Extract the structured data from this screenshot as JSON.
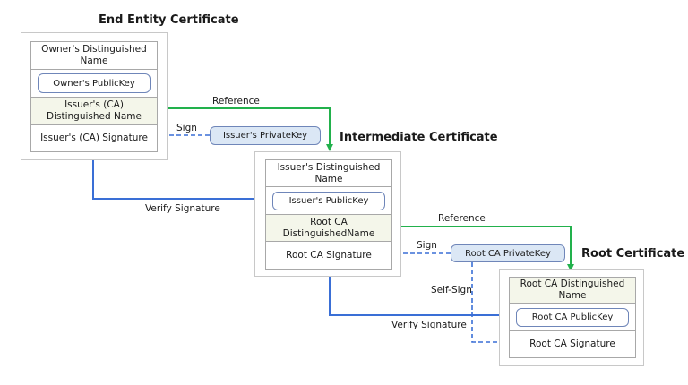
{
  "end_entity": {
    "title": "End Entity Certificate",
    "owner_dn": "Owner's Distinguished Name",
    "owner_key": "Owner's PublicKey",
    "issuer_dn": "Issuer's (CA) Distinguished Name",
    "signature": "Issuer's (CA) Signature"
  },
  "intermediate": {
    "title": "Intermediate Certificate",
    "issuer_dn": "Issuer's Distinguished Name",
    "issuer_key": "Issuer's PublicKey",
    "root_dn": "Root CA DistinguishedName",
    "signature": "Root CA Signature"
  },
  "root": {
    "title": "Root Certificate",
    "dn": "Root CA Distinguished Name",
    "public_key": "Root CA PublicKey",
    "signature": "Root CA Signature"
  },
  "keys": {
    "issuer_private": "Issuer's PrivateKey",
    "root_private": "Root CA PrivateKey"
  },
  "labels": {
    "reference_1": "Reference",
    "sign_1": "Sign",
    "verify_1": "Verify Signature",
    "reference_2": "Reference",
    "sign_2": "Sign",
    "self_sign": "Self-Sign",
    "verify_2": "Verify Signature"
  },
  "colors": {
    "reference": "#22b14c",
    "verify": "#3a6fd6",
    "sign": "#3a6fd6"
  }
}
